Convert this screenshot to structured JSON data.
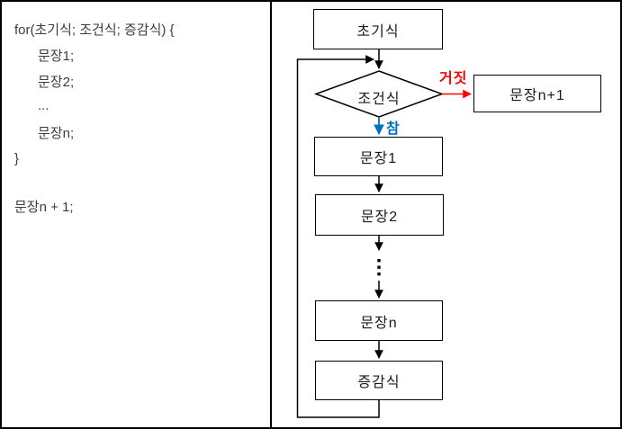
{
  "code_panel": {
    "lines": [
      "for(초기식; 조건식; 증감식) {",
      "문장1;",
      "문장2;",
      "...",
      "문장n;",
      "}",
      "문장n + 1;"
    ]
  },
  "flowchart": {
    "nodes": {
      "init": "초기식",
      "condition": "조건식",
      "stmt1": "문장1",
      "stmt2": "문장2",
      "stmt_n": "문장n",
      "increment": "증감식",
      "after_loop": "문장n+1"
    },
    "branch_labels": {
      "false_label": "거짓",
      "true_label": "참"
    },
    "colors": {
      "false_branch": "#ff0000",
      "true_branch": "#0070c0",
      "connector": "#000000"
    }
  }
}
